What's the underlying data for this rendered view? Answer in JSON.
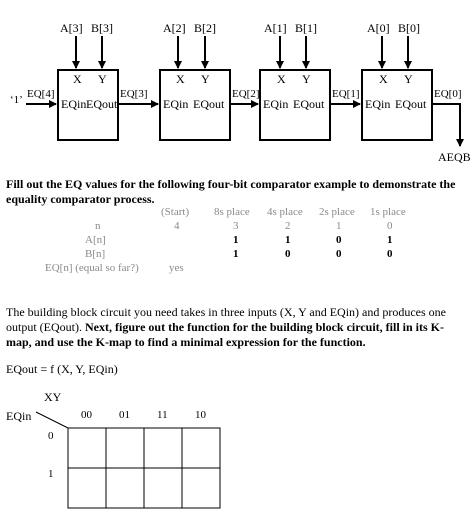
{
  "diagram": {
    "blocks": [
      {
        "a": "A[3]",
        "b": "B[3]",
        "x": "X",
        "y": "Y",
        "eqin": "EQin",
        "eqout": "EQout"
      },
      {
        "a": "A[2]",
        "b": "B[2]",
        "x": "X",
        "y": "Y",
        "eqin": "EQin",
        "eqout": "EQout"
      },
      {
        "a": "A[1]",
        "b": "B[1]",
        "x": "X",
        "y": "Y",
        "eqin": "EQin",
        "eqout": "EQout"
      },
      {
        "a": "A[0]",
        "b": "B[0]",
        "x": "X",
        "y": "Y",
        "eqin": "EQin",
        "eqout": "EQout"
      }
    ],
    "input_constant": "‘1’",
    "wires": [
      "EQ[4]",
      "EQ[3]",
      "EQ[2]",
      "EQ[1]",
      "EQ[0]"
    ],
    "output_label": "AEQB"
  },
  "question1": "Fill out the EQ values for the following four-bit comparator example to demonstrate the equality comparator process.",
  "table": {
    "headers": [
      "(Start)",
      "8s place",
      "4s place",
      "2s place",
      "1s place"
    ],
    "rows": [
      {
        "label": "n",
        "values": [
          "4",
          "3",
          "2",
          "1",
          "0"
        ]
      },
      {
        "label": "A[n]",
        "values": [
          "",
          "1",
          "1",
          "0",
          "1"
        ]
      },
      {
        "label": "B[n]",
        "values": [
          "",
          "1",
          "0",
          "0",
          "0"
        ]
      },
      {
        "label": "EQ[n] (equal so far?)",
        "values": [
          "yes",
          "",
          "",
          "",
          ""
        ]
      }
    ]
  },
  "paragraph_plain": "The building block circuit you need takes in three inputs (X, Y and EQin) and produces one output (EQout).",
  "paragraph_bold": "Next, figure out the function for the building block circuit, fill in its K-map, and use the K-map to find a minimal expression for the function.",
  "equation": "EQout = f (X, Y, EQin)",
  "kmap": {
    "col_var": "XY",
    "row_var": "EQin",
    "cols": [
      "00",
      "01",
      "11",
      "10"
    ],
    "rows": [
      "0",
      "1"
    ]
  }
}
